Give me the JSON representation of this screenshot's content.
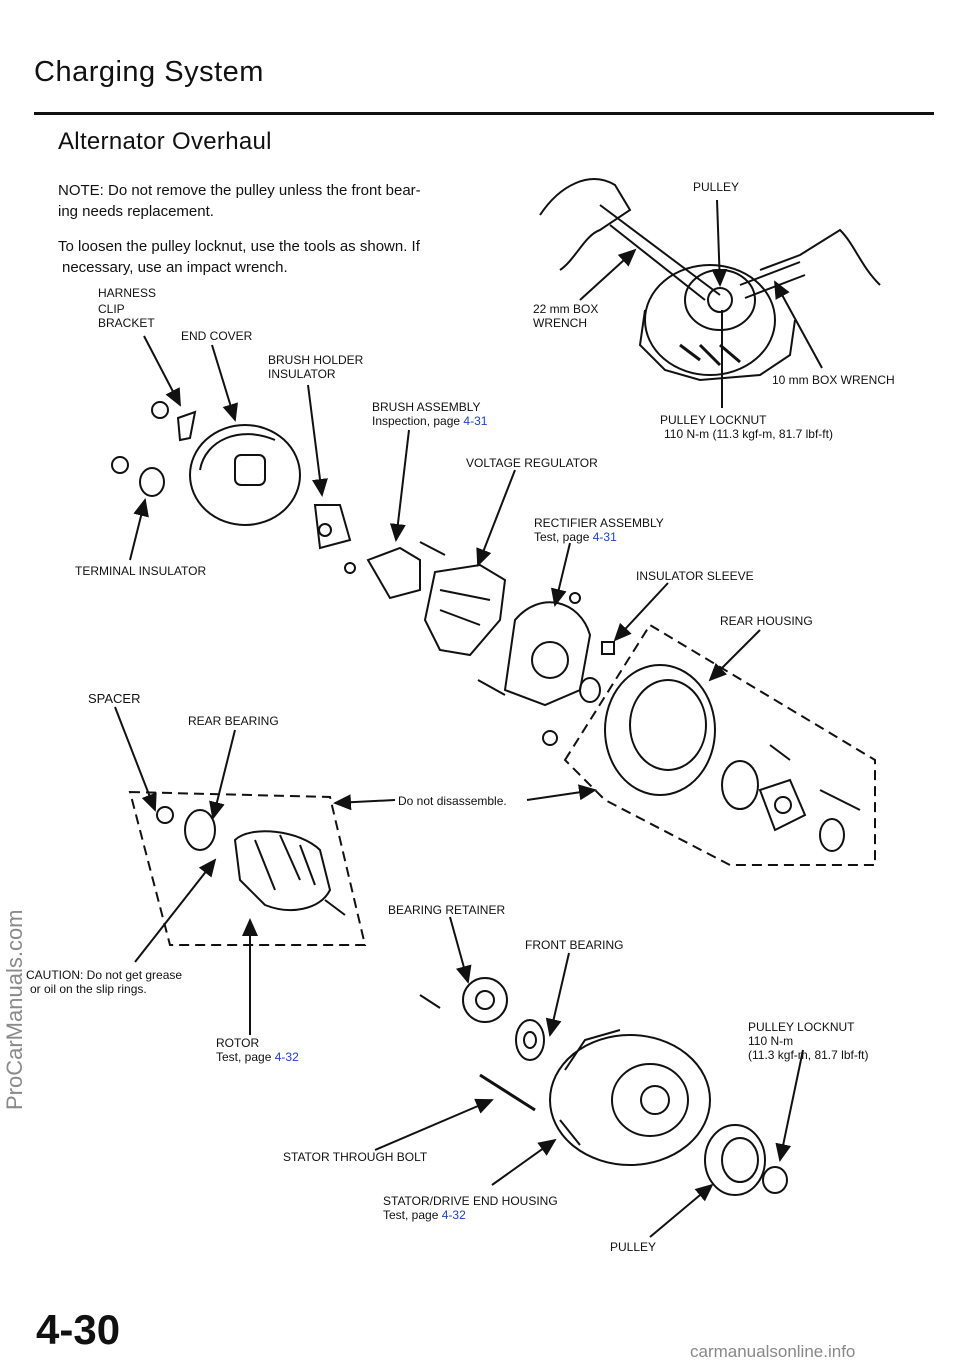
{
  "header": {
    "title": "Charging System",
    "subtitle": "Alternator Overhaul"
  },
  "notes": {
    "note1": [
      "NOTE:  Do  not  remove  the  pulley  unless  the  front  bear-",
      "ing  needs  replacement."
    ],
    "note2": [
      "To  loosen  the  pulley  locknut,  use  the  tools  as  shown.  If",
      "necessary, use an impact wrench."
    ]
  },
  "labels": {
    "pulley_top": "PULLEY",
    "box22": [
      "22  mm  BOX",
      "WRENCH"
    ],
    "box10": "10  mm  BOX  WRENCH",
    "locknut_top": [
      "PULLEY  LOCKNUT",
      "110 N-m  (11.3 kgf-m, 81.7 lbf-ft)"
    ],
    "harness": [
      "HARNESS",
      "CLIP",
      "BRACKET"
    ],
    "end_cover": "END  COVER",
    "brush_holder": [
      "BRUSH  HOLDER",
      "INSULATOR"
    ],
    "brush_assembly": "BRUSH  ASSEMBLY",
    "brush_inspection": "Inspection, page ",
    "brush_inspection_ref": "4-31",
    "voltage_regulator": "VOLTAGE  REGULATOR",
    "rectifier": "RECTIFIER  ASSEMBLY",
    "rectifier_test": "Test, page ",
    "rectifier_test_ref": "4-31",
    "terminal_insulator": "TERMINAL  INSULATOR",
    "insulator_sleeve": "INSULATOR  SLEEVE",
    "rear_housing": "REAR  HOUSING",
    "spacer": "SPACER",
    "rear_bearing": "REAR  BEARING",
    "do_not_disassemble": "Do  not  disassemble.",
    "bearing_retainer": "BEARING  RETAINER",
    "front_bearing": "FRONT  BEARING",
    "caution": [
      "CAUTION:   Do  not  get  grease",
      "or oil on the slip rings."
    ],
    "locknut_bottom": [
      "PULLEY LOCKNUT",
      "110 N-m",
      "(11.3 kgf-m, 81.7 lbf-ft)"
    ],
    "rotor": "ROTOR",
    "rotor_test": "Test,  page ",
    "rotor_test_ref": "4-32",
    "stator_bolt": "STATOR  THROUGH  BOLT",
    "stator_housing": "STATOR/DRIVE  END  HOUSING",
    "stator_test": "Test,  page ",
    "stator_test_ref": "4-32",
    "pulley_bottom": "PULLEY"
  },
  "watermark": "ProCarManuals.com",
  "page_number": "4-30",
  "footer": "carmanualsonline.info",
  "colors": {
    "link": "#1a3fd0",
    "text": "#111111",
    "watermark": "#8a8a8a"
  }
}
